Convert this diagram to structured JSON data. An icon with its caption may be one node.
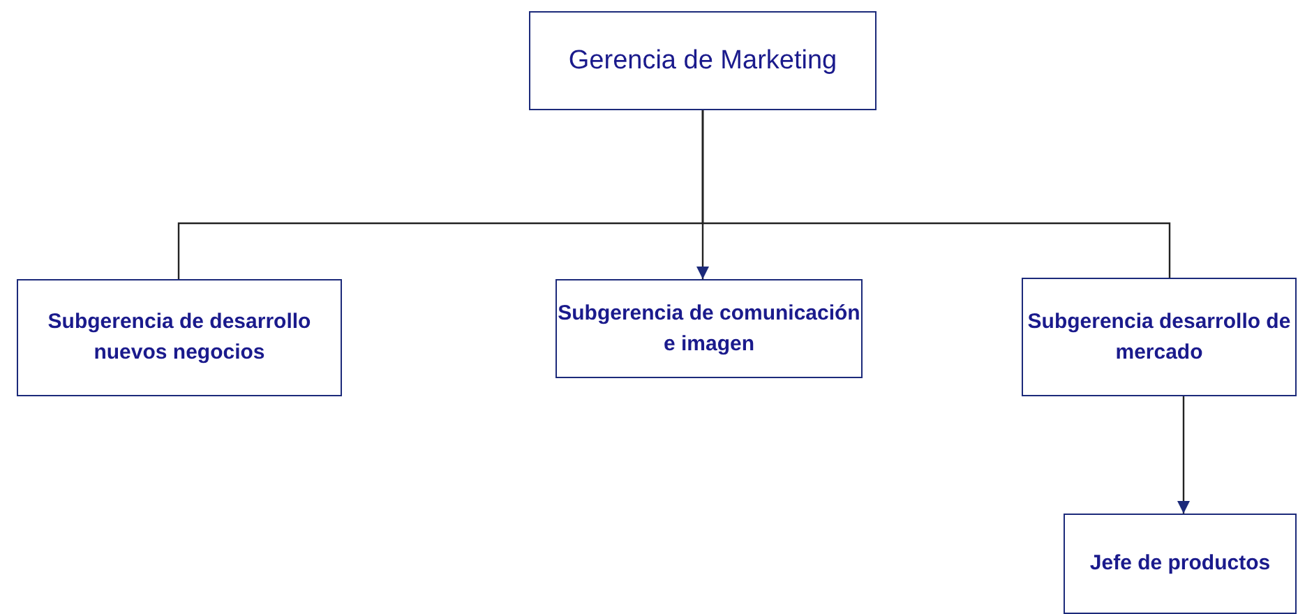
{
  "diagram": {
    "nodes": [
      {
        "text": [
          "Gerencia de Marketing"
        ]
      },
      {
        "text": [
          "Subgerencia de desarrollo nuevos negocios"
        ]
      },
      {
        "text": [
          "Subgerencia de comunicación e imagen"
        ]
      },
      {
        "text": [
          "Subgerencia desarrollo de mercado"
        ]
      },
      {
        "text": [
          "Jefe de productos"
        ]
      }
    ],
    "edges": [
      {
        "from": 0,
        "to": 1,
        "arrow": "none"
      },
      {
        "from": 0,
        "to": 2,
        "arrow": "to"
      },
      {
        "from": 0,
        "to": 3,
        "arrow": "none"
      },
      {
        "from": 3,
        "to": 4,
        "arrow": "to"
      }
    ]
  }
}
